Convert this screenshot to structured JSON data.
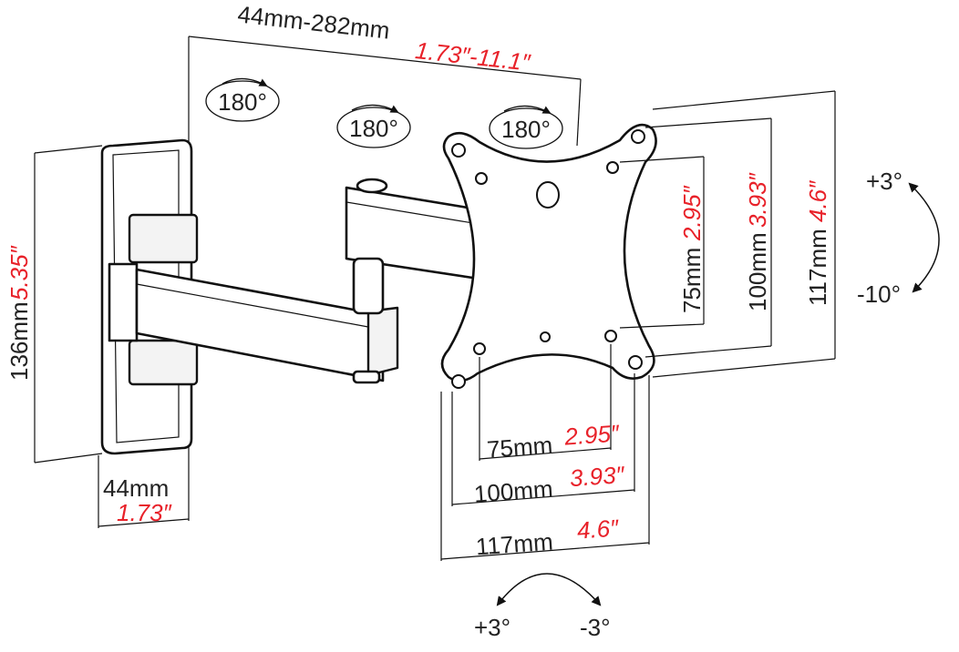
{
  "colors": {
    "primary_text": "#222222",
    "inch_text": "#e8222a",
    "line": "#111111",
    "background": "#ffffff"
  },
  "extension": {
    "metric": "44mm-282mm",
    "imperial": "1.73″-11.1″"
  },
  "rotations": [
    "180°",
    "180°",
    "180°"
  ],
  "wall_plate": {
    "height": {
      "metric": "136mm",
      "imperial": "5.35″"
    },
    "width": {
      "metric": "44mm",
      "imperial": "1.73″"
    }
  },
  "vesa_vertical": [
    {
      "metric": "75mm",
      "imperial": "2.95″"
    },
    {
      "metric": "100mm",
      "imperial": "3.93″"
    },
    {
      "metric": "117mm",
      "imperial": "4.6″"
    }
  ],
  "vesa_horizontal": [
    {
      "metric": "75mm",
      "imperial": "2.95″"
    },
    {
      "metric": "100mm",
      "imperial": "3.93″"
    },
    {
      "metric": "117mm",
      "imperial": "4.6″"
    }
  ],
  "tilt": {
    "up": "+3°",
    "down": "-10°"
  },
  "swivel": {
    "left": "+3°",
    "right": "-3°"
  }
}
